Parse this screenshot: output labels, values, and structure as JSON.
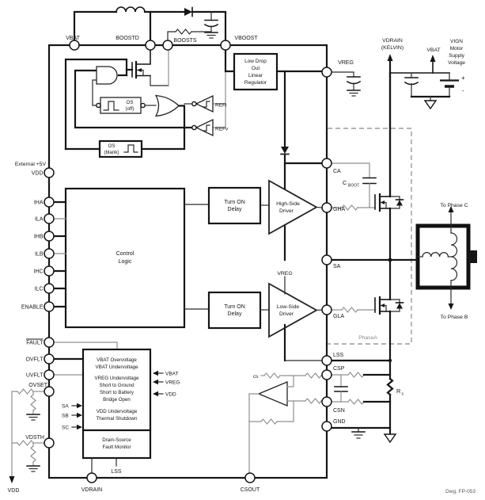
{
  "meta": {
    "drawing_number": "Dwg. FP-053"
  },
  "ic": {
    "top_pins": {
      "vbat": "VBAT",
      "boostd": "BOOSTD",
      "boosts": "BOOSTS",
      "vboost": "VBOOST"
    },
    "right_pins": {
      "vreg": "VREG",
      "ca": "CA",
      "gha": "GHA",
      "sa": "SA",
      "gla": "GLA",
      "lss": "LSS",
      "csp": "CSP",
      "csn": "CSN",
      "gnd": "GND"
    },
    "left_pins": {
      "external_5v": "External +5V",
      "vdd": "VDD",
      "iha": "IHA",
      "ila": "ILA",
      "ihb": "IHB",
      "ilb": "ILB",
      "ihc": "IHC",
      "ilc": "ILC",
      "enable": "ENABLE",
      "fault": "FAULT",
      "ovflt": "OVFLT",
      "uvflt": "UVFLT",
      "ovset": "OVSET",
      "vdsth": "VDSTH"
    },
    "bottom_pins": {
      "vdrain": "VDRAIN",
      "csout": "CSOUT",
      "lss_stub": "LSS"
    }
  },
  "blocks": {
    "ldo": {
      "line1": "Low Drop",
      "line2": "Out",
      "line3": "Linear",
      "line4": "Regulator"
    },
    "os_off": {
      "line1": "OS",
      "line2": "(off)"
    },
    "os_blank": {
      "line1": "OS",
      "line2": "(blank)"
    },
    "control_logic": {
      "line1": "Control",
      "line2": "Logic"
    },
    "turn_on_delay": {
      "line1": "Turn ON",
      "line2": "Delay"
    },
    "high_side_driver": {
      "line1": "High-Side",
      "line2": "Driver"
    },
    "low_side_driver": {
      "line1": "Low-Side",
      "line2": "Driver"
    },
    "fault_monitor": {
      "line1": "VBAT Overvoltage",
      "line2": "VBAT Undervoltage",
      "line3": "VREG Undervoltage",
      "line4": "Short to Ground",
      "line5": "Short to Battery",
      "line6": "Bridge Open",
      "line7": "VDD Undervoltage",
      "line8": "Thermal Shutdown"
    },
    "ds_fault_monitor": {
      "line1": "Drain-Source",
      "line2": "Fault Monitor"
    }
  },
  "signals": {
    "refi": "REFi",
    "refv": "REFv",
    "vreg_ls": "VREG",
    "cs": "cs",
    "phase_a": "PhaseA",
    "cboot_main": "C",
    "cboot_sub": "BOOT",
    "rs_main": "R",
    "rs_sub": "s",
    "fault_in_vbat": "VBAT",
    "fault_in_vreg": "VREG",
    "fault_in_vdd": "VDD",
    "fault_in_sa": "SA",
    "fault_in_sb": "SB",
    "fault_in_sc": "SC",
    "vdd_pulldown": "VDD"
  },
  "external": {
    "vdrain_kelvin_line1": "VDRAIN",
    "vdrain_kelvin_line2": "(KELVIN)",
    "vbat_supply": "VBAT",
    "vign_line1": "VIGN",
    "vign_line2": "Motor",
    "vign_line3": "Supply",
    "vign_line4": "Voltage",
    "battery_plus": "+",
    "battery_minus": "-",
    "to_phase_c": "To Phase C",
    "to_phase_b": "To Phase B"
  },
  "colors": {
    "ink": "#161616",
    "gray_wire": "#8f8f8f",
    "dashed_region": "#9a9a9a"
  }
}
